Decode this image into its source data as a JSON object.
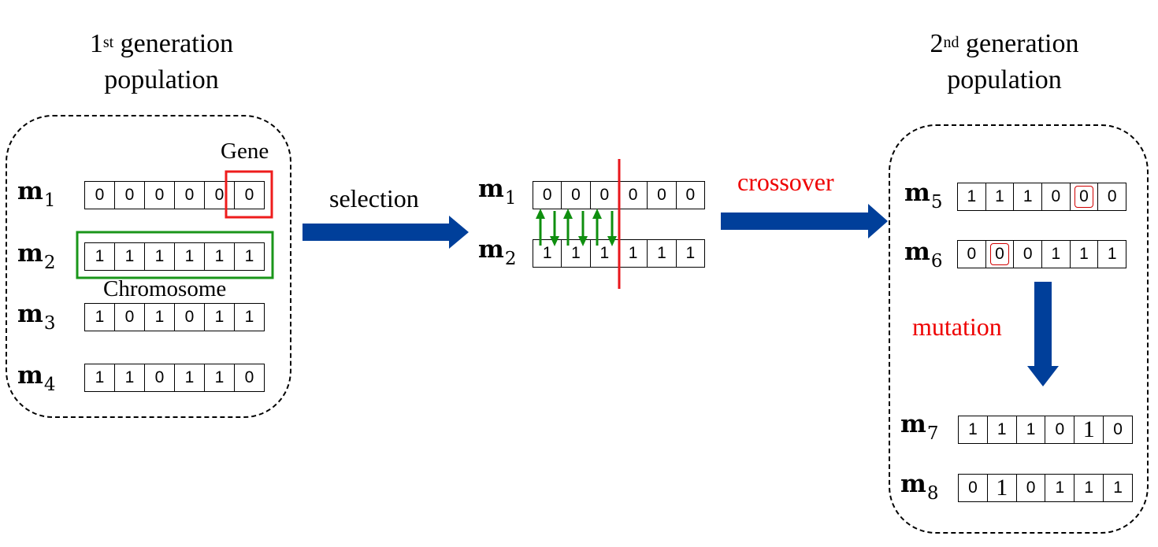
{
  "gen1": {
    "title_num": "1",
    "title_sup": "st",
    "title_rest": " generation",
    "title_line2": "population",
    "rows": [
      {
        "label": "m",
        "sub": "1",
        "genes": [
          "0",
          "0",
          "0",
          "0",
          "0",
          "0"
        ]
      },
      {
        "label": "m",
        "sub": "2",
        "genes": [
          "1",
          "1",
          "1",
          "1",
          "1",
          "1"
        ]
      },
      {
        "label": "m",
        "sub": "3",
        "genes": [
          "1",
          "0",
          "1",
          "0",
          "1",
          "1"
        ]
      },
      {
        "label": "m",
        "sub": "4",
        "genes": [
          "1",
          "1",
          "0",
          "1",
          "1",
          "0"
        ]
      }
    ],
    "gene_label": "Gene",
    "chromosome_label": "Chromosome"
  },
  "selection_label": "selection",
  "selected": {
    "rows": [
      {
        "label": "m",
        "sub": "1",
        "genes": [
          "0",
          "0",
          "0",
          "0",
          "0",
          "0"
        ]
      },
      {
        "label": "m",
        "sub": "2",
        "genes": [
          "1",
          "1",
          "1",
          "1",
          "1",
          "1"
        ]
      }
    ]
  },
  "crossover_label": "crossover",
  "mutation_label": "mutation",
  "gen2": {
    "title_num": "2",
    "title_sup": "nd",
    "title_rest": " generation",
    "title_line2": "population",
    "rows": [
      {
        "label": "m",
        "sub": "5",
        "genes": [
          "1",
          "1",
          "1",
          "0",
          "0",
          "0"
        ]
      },
      {
        "label": "m",
        "sub": "6",
        "genes": [
          "0",
          "0",
          "0",
          "1",
          "1",
          "1"
        ]
      },
      {
        "label": "m",
        "sub": "7",
        "genes": [
          "1",
          "1",
          "1",
          "0",
          "1",
          "0"
        ]
      },
      {
        "label": "m",
        "sub": "8",
        "genes": [
          "0",
          "1",
          "0",
          "1",
          "1",
          "1"
        ]
      }
    ]
  },
  "colors": {
    "arrow_blue": "#003f9a",
    "highlight_red": "#ee1c1c",
    "chromosome_green": "#1a961a",
    "swap_green": "#0f8f0f",
    "cut_line_red": "#e8161b",
    "label_red": "#ee0000"
  }
}
